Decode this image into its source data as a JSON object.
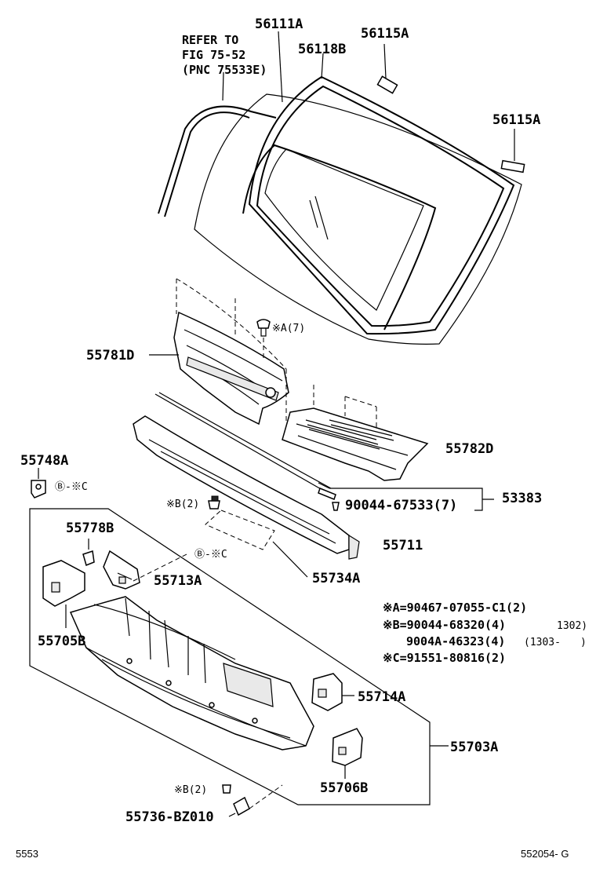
{
  "labels": {
    "refer_line1": "REFER TO",
    "refer_line2": "FIG 75-52",
    "refer_line3": "(PNC 75533E)",
    "p56111a": "56111A",
    "p56115a_top": "56115A",
    "p56118b": "56118B",
    "p56115a_right": "56115A",
    "p55781d": "55781D",
    "clip_a": "※A(7)",
    "p55782d": "55782D",
    "p55748a": "55748A",
    "b_c_small": "Ⓑ-※C",
    "clip_b_top": "※B(2)",
    "p90044_67533": "90044-67533(7)",
    "p53383": "53383",
    "p55778b": "55778B",
    "p55711": "55711",
    "b_c_mid": "Ⓑ-※C",
    "p55713a": "55713A",
    "p55734a": "55734A",
    "p55705b": "55705B",
    "p55714a": "55714A",
    "p55703a": "55703A",
    "p55706b": "55706B",
    "clip_b_bottom": "※B(2)",
    "p55736_bz010": "55736-BZ010"
  },
  "notes": {
    "a_line": "※A=90467-07055-C1(2)",
    "b_line1": "※B=90044-68320(4)",
    "b_line1_range": "1302)",
    "b_line2": "9004A-46323(4)",
    "b_line2_range": "(1303-",
    "b_line2_close": ")",
    "c_line": "※C=91551-80816(2)"
  },
  "footer": {
    "left_code": "5553",
    "right_code": "552054- G"
  }
}
